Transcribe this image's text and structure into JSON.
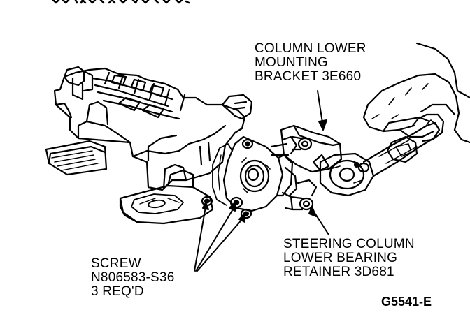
{
  "diagram": {
    "callouts": {
      "column_bracket": {
        "lines": [
          "COLUMN LOWER",
          "MOUNTING",
          "BRACKET 3E660"
        ]
      },
      "bearing_retainer": {
        "lines": [
          "STEERING COLUMN",
          "LOWER BEARING",
          "RETAINER 3D681"
        ]
      },
      "screw": {
        "lines": [
          "SCREW",
          "N806583-S36",
          "3 REQ'D"
        ]
      }
    },
    "figure_code": "G5541-E"
  },
  "colors": {
    "ink": "#000000",
    "paper": "#ffffff"
  }
}
